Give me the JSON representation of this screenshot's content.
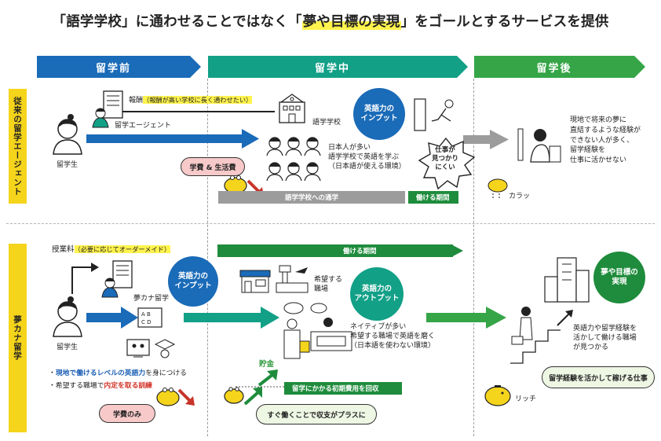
{
  "title": {
    "p1": "「語学学校」に通わせることではなく「",
    "hl": "夢や目標の実現",
    "p2": "」をゴールとするサービスを提供"
  },
  "phases": [
    "留学前",
    "留学中",
    "留学後"
  ],
  "rows": [
    "従来の留学エージェント",
    "夢カナ留学"
  ],
  "top": {
    "commission_label": "報酬",
    "commission_note": "（報酬が高い学校に長く通わせたい）",
    "agent_label": "留学エージェント",
    "student_label": "留学生",
    "school_label": "語学学校",
    "japanese_note_lines": [
      "日本人が多い",
      "語学学校で英語を学ぶ",
      "（日本語が使える環境）"
    ],
    "input_circle": "英語力の\nインプット",
    "job_hard_lines": [
      "仕事が",
      "見つかり",
      "にくい"
    ],
    "fees_bubble": "学費 & 生活費",
    "school_bar": "語学学校への通学",
    "work_bar": "働ける期間",
    "result_lines": [
      "現地で将来の夢に",
      "直結するような経験が",
      "できない人が多く、",
      "留学経験を",
      "仕事に活かせない"
    ],
    "empty_wallet": "カラッ"
  },
  "bottom": {
    "tuition_label": "授業料",
    "tuition_note": "（必要に応じてオーダーメイド）",
    "work_bar": "働ける期間",
    "service_label": "夢カナ留学",
    "student_label": "留学生",
    "input_circle": "英語力の\nインプット",
    "output_circle": "英語力の\nアウトプット",
    "job_label_lines": [
      "希望する",
      "職場"
    ],
    "native_note_lines": [
      "ネイティブが多い",
      "希望する職場で英語を磨く",
      "（日本語を使わない環境）"
    ],
    "bullet1_pre": "・",
    "bullet1_blue": "現地で働けるレベルの英語力",
    "bullet1_post": "を身につける",
    "bullet2_pre": "・希望する職場で",
    "bullet2_red": "内定を取る訓練",
    "tuition_only": "学費のみ",
    "savings": "貯金",
    "recover_bar": "留学にかかる初期費用を回収",
    "income_bubble": "すぐ働くことで収支がプラスに",
    "goal_circle": "夢や目標の\n実現",
    "goal_note_lines": [
      "英語力や留学経験を",
      "活かして働ける職場",
      "が見つかる"
    ],
    "earn_bubble": "留学経験を活かして稼げる仕事",
    "rich": "リッチ"
  },
  "colors": {
    "before": "#1a6bb8",
    "during": "#12a087",
    "after": "#35a547",
    "yellow": "#f5d41c",
    "pink": "#f7c9c9",
    "gray": "#9c9c9c",
    "dark_green": "#1e8c3c",
    "red_arrow": "#c8342a"
  }
}
